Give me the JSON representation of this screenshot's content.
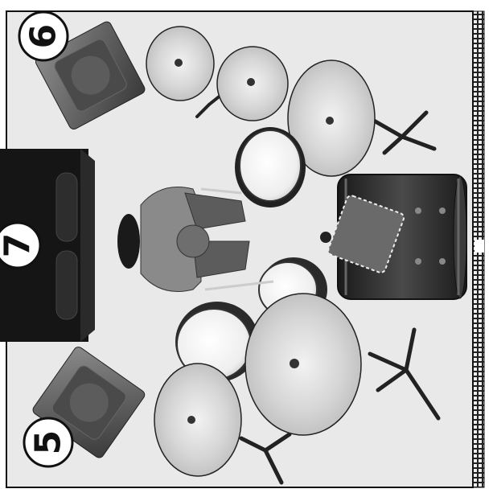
{
  "markers": {
    "monitor_left_top": "6",
    "sidefill_center": "7",
    "monitor_left_bottom": "5"
  },
  "palette": {
    "floor": "#e9e9e9",
    "outline": "#111111",
    "cymbal": "#d9d9d9",
    "drumhead": "#f7f7f7",
    "shell": "#2a2a2a",
    "wedge": "#555555",
    "cabinet": "#151515"
  }
}
